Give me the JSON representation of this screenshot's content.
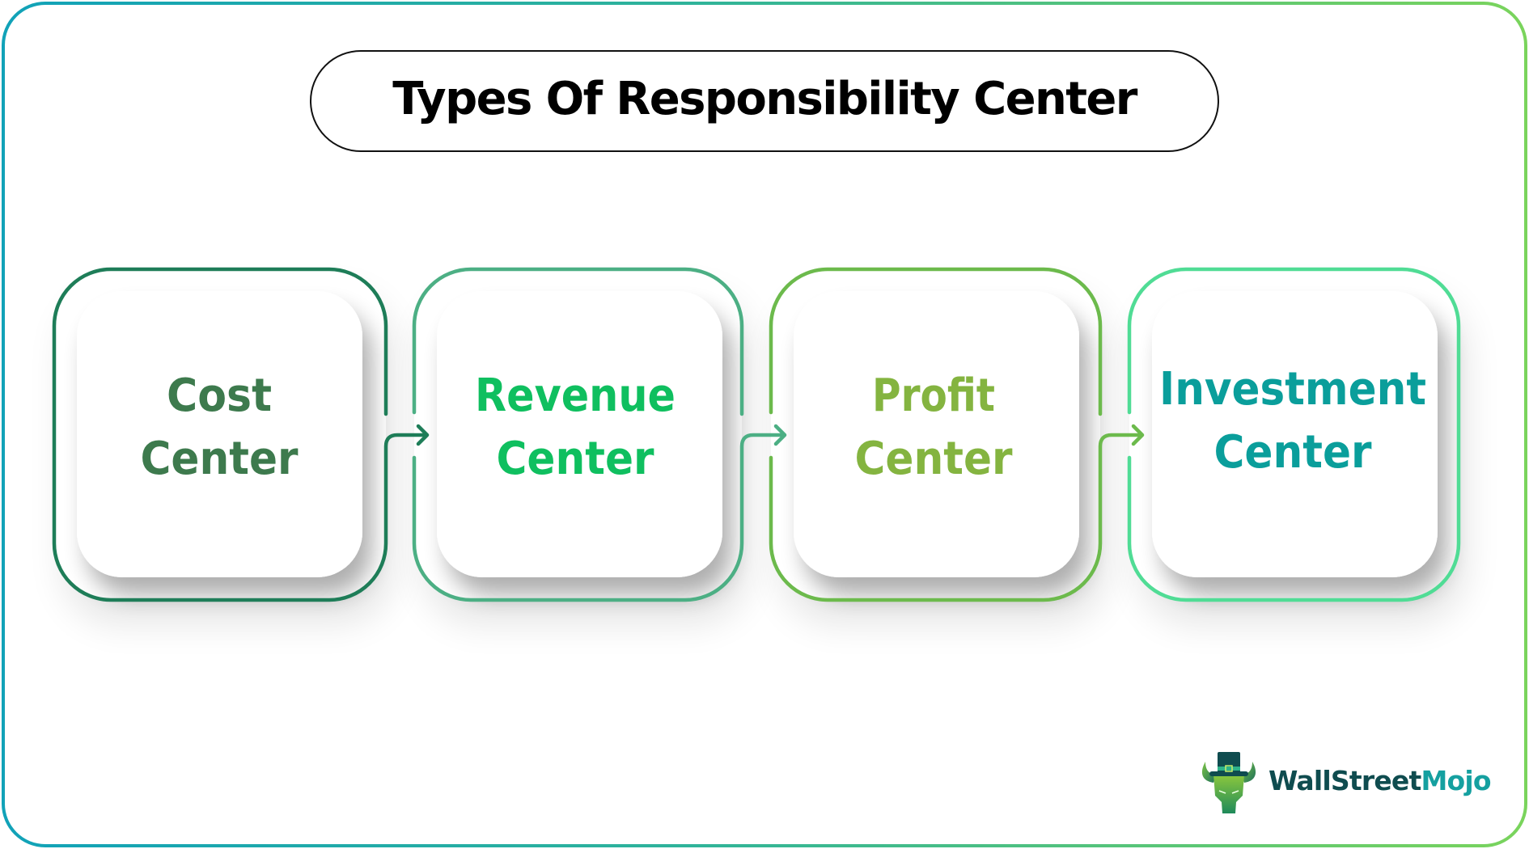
{
  "title": "Types Of Responsibility Center",
  "frame": {
    "gradient_start": "#11a2b8",
    "gradient_end": "#7ad45c"
  },
  "cards": [
    {
      "lines": [
        "Cost",
        "Center"
      ],
      "border_color": "#1e7d58",
      "text_color": "#3d7a4d"
    },
    {
      "lines": [
        "Revenue",
        "Center"
      ],
      "border_color": "#4caf84",
      "text_color": "#0fbf5f"
    },
    {
      "lines": [
        "Profit",
        "Center"
      ],
      "border_color": "#6cba4c",
      "text_color": "#84b440"
    },
    {
      "lines": [
        "Investment",
        "Center"
      ],
      "border_color": "#50dc95",
      "text_color": "#0a9e9b"
    }
  ],
  "connectors": [
    {
      "from": "Cost Center",
      "to": "Revenue Center",
      "icon": "arrow-right-icon",
      "color": "#1e7d58"
    },
    {
      "from": "Revenue Center",
      "to": "Profit Center",
      "icon": "arrow-right-icon",
      "color": "#4caf84"
    },
    {
      "from": "Profit Center",
      "to": "Investment Center",
      "icon": "arrow-right-icon",
      "color": "#6cba4c"
    }
  ],
  "logo": {
    "icon": "bull-with-top-hat-icon",
    "text_part1": "WallStreet",
    "text_part2": "Mojo",
    "color_part1": "#0f4c4f",
    "color_part2": "#15a0a0"
  }
}
